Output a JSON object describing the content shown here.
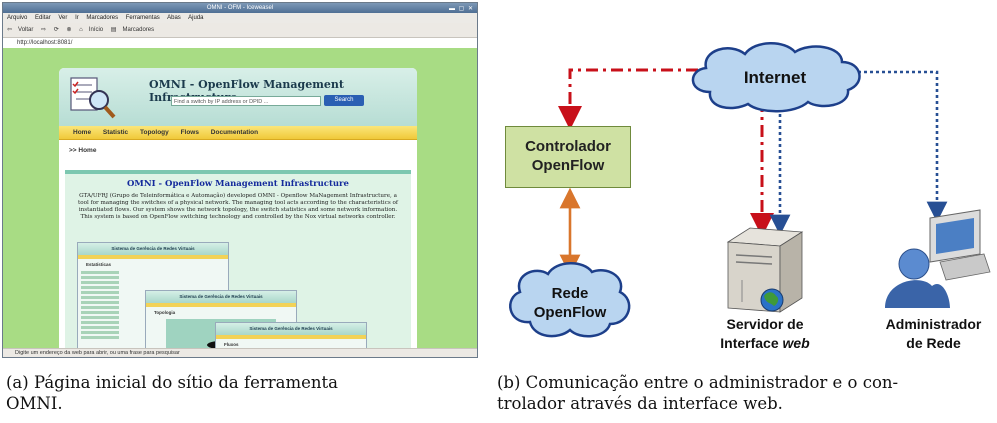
{
  "browser": {
    "window_title": "OMNI - OFM - Iceweasel",
    "menu": [
      "Arquivo",
      "Editar",
      "Ver",
      "Ir",
      "Marcadores",
      "Ferramentas",
      "Abas",
      "Ajuda"
    ],
    "toolbar": [
      "Voltar",
      "Início",
      "Marcadores"
    ],
    "url": "http://localhost:8081/",
    "status": "Digite um endereço da web para abrir, ou uma frase para pesquisar"
  },
  "site": {
    "title": "OMNI - OpenFlow Management Infrastructure",
    "search_placeholder": "Find a switch by IP address or DPID ...",
    "search_button": "Search",
    "nav": [
      "Home",
      "Statistic",
      "Topology",
      "Flows",
      "Documentation"
    ],
    "breadcrumb": ">> Home",
    "content_heading": "OMNI - OpenFlow Management Infrastructure",
    "content_body": "GTA/UFRJ (Grupo de Teleinformática e Automação) developed OMNI - Openflow MaNagement Infrastructure, a tool for managing the switches of a physical network. The managing tool acts according to the characteristics of instantiated flows. Our system shows the network topology, the switch statistics and some network information. This system is based on OpenFlow switching technology and controlled by the Nox virtual networks controller.",
    "thumb_title": "Sistema de Gerência de Redes Virtuais",
    "thumb_section_1": "Estatísticas",
    "thumb_section_2": "Topologia",
    "thumb_section_3": "Fluxos"
  },
  "diagram": {
    "internet_label": "Internet",
    "controller_label_line1": "Controlador",
    "controller_label_line2": "OpenFlow",
    "network_label_line1": "Rede",
    "network_label_line2": "OpenFlow",
    "server_label_line1": "Servidor de",
    "server_label_line2_prefix": "Interface",
    "server_label_line2_italic": "web",
    "admin_label_line1": "Administrador",
    "admin_label_line2": "de Rede",
    "colors": {
      "control_path": "#c8101a",
      "admin_path": "#274f94",
      "openflow_link": "#d9762c",
      "cloud_fill": "#b9d5f0",
      "cloud_stroke": "#1d3f8a",
      "controller_fill": "#cfe1a3"
    }
  },
  "captions": {
    "a_line1": "(a) Página inicial do sítio da ferramenta",
    "a_line2": "OMNI.",
    "b_line1": "(b) Comunicação entre o administrador e o con-",
    "b_line2": "trolador através da interface web."
  }
}
